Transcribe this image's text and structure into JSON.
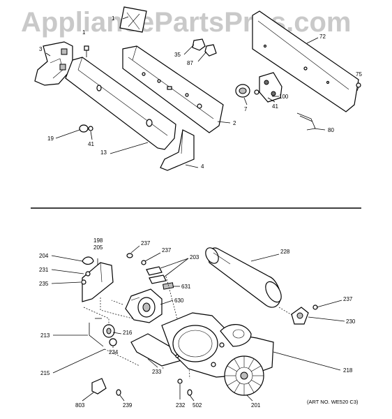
{
  "watermark": "AppliancePartsPros.com",
  "art_number": "(ART NO. WE520 C3)",
  "callouts": {
    "p1a": "1",
    "p1b": "1",
    "p3": "3",
    "p35": "35",
    "p87": "87",
    "p72": "72",
    "p75": "75",
    "p100": "100",
    "p7": "7",
    "p41a": "41",
    "p2": "2",
    "p80": "80",
    "p19": "19",
    "p41b": "41",
    "p13": "13",
    "p4": "4",
    "p198": "198",
    "p205": "205",
    "p204": "204",
    "p231": "231",
    "p235": "235",
    "p237a": "237",
    "p237b": "237",
    "p203": "203",
    "p228": "228",
    "p631": "631",
    "p630": "630",
    "p237c": "237",
    "p230": "230",
    "p213": "213",
    "p216": "216",
    "p234": "234",
    "p215": "215",
    "p233": "233",
    "p218": "218",
    "p803": "803",
    "p239": "239",
    "p232": "232",
    "p502": "502",
    "p201": "201"
  }
}
